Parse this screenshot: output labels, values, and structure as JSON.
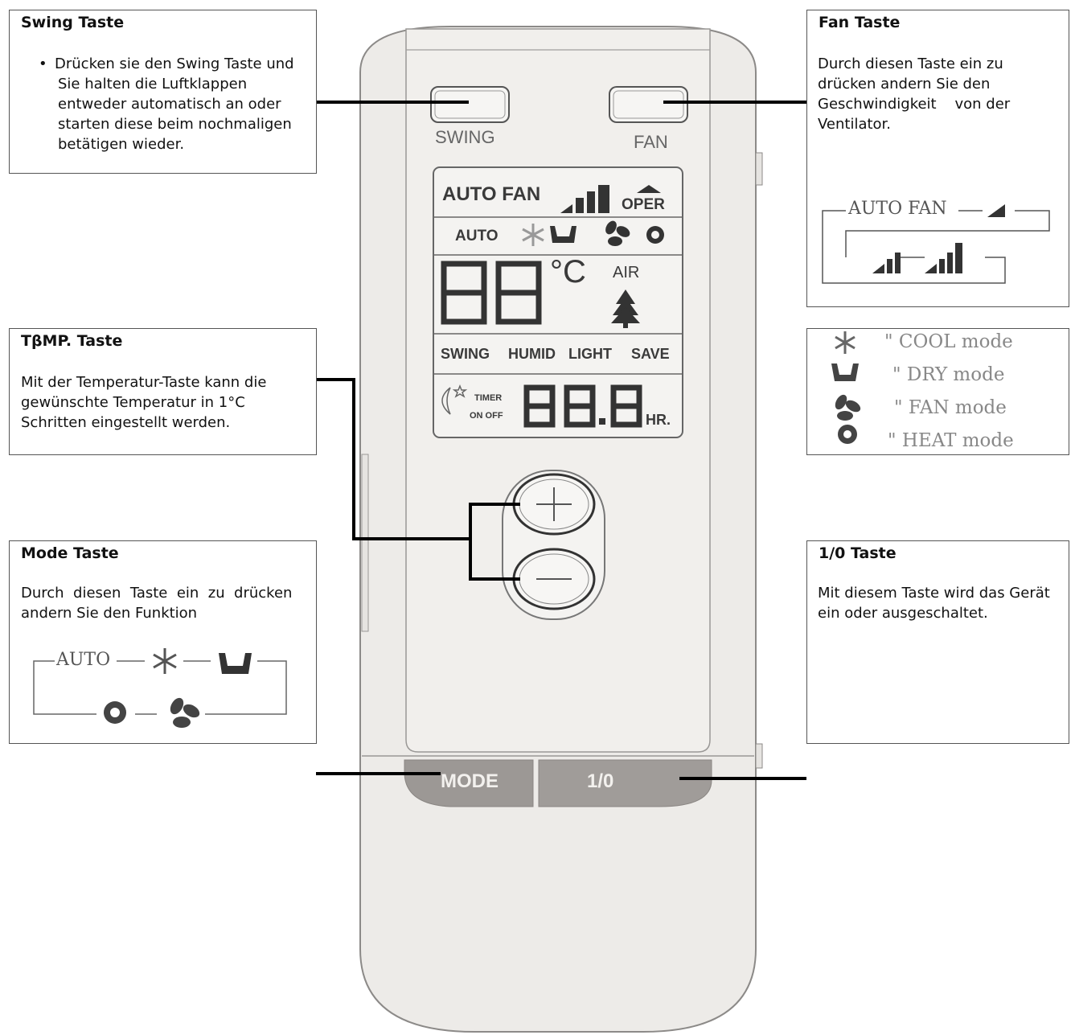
{
  "swing_box": {
    "title": "Swing Taste",
    "bullet": "•",
    "lines": [
      "Drücken sie den Swing Taste und",
      "Sie halten die Luftklappen",
      "entweder automatisch an oder",
      "starten diese beim nochmaligen",
      "betätigen wieder."
    ]
  },
  "fan_box": {
    "title": "Fan Taste",
    "lines": [
      "Durch diesen Taste ein zu",
      "drücken andern Sie den",
      "Geschwindigkeit    von der",
      "Ventilator."
    ],
    "cycle_label": "AUTO FAN"
  },
  "temp_box": {
    "title": "TβMP. Taste",
    "lines": [
      "Mit der Temperatur-Taste kann die",
      "gewünschte Temperatur in 1°C",
      "Schritten eingestellt werden."
    ]
  },
  "modes_box": {
    "items": [
      {
        "icon": "snowflake-icon",
        "label": "\" COOL mode"
      },
      {
        "icon": "dry-icon",
        "label": "\" DRY mode"
      },
      {
        "icon": "fan-icon",
        "label": "\" FAN mode"
      },
      {
        "icon": "sun-icon",
        "label": "\" HEAT mode"
      }
    ]
  },
  "mode_box": {
    "title": "Mode Taste",
    "lines": [
      "Durch  diesen  Taste  ein  zu  drücken",
      "andern Sie den Funktion"
    ],
    "cycle_label": "AUTO"
  },
  "power_box": {
    "title": "1/0 Taste",
    "lines": [
      "Mit diesem Taste wird das Gerät",
      "ein oder ausgeschaltet."
    ]
  },
  "remote": {
    "swing_label": "SWING",
    "fan_label": "FAN",
    "mode_button": "MODE",
    "power_button": "1/0",
    "lcd": {
      "auto_fan": "AUTO  FAN",
      "oper": "OPER",
      "auto": "AUTO",
      "temp_digits": "88",
      "celsius": "°C",
      "air": "AIR",
      "swing": "SWING",
      "humid": "HUMID",
      "light": "LIGHT",
      "save": "SAVE",
      "timer": "TIMER",
      "on_off": "ON  OFF",
      "time_digits": "88.8",
      "hr": "HR."
    }
  },
  "colors": {
    "body": "#eeece9",
    "line": "#000000",
    "button_dark": "#9a9694",
    "lcd_border": "#666666"
  }
}
